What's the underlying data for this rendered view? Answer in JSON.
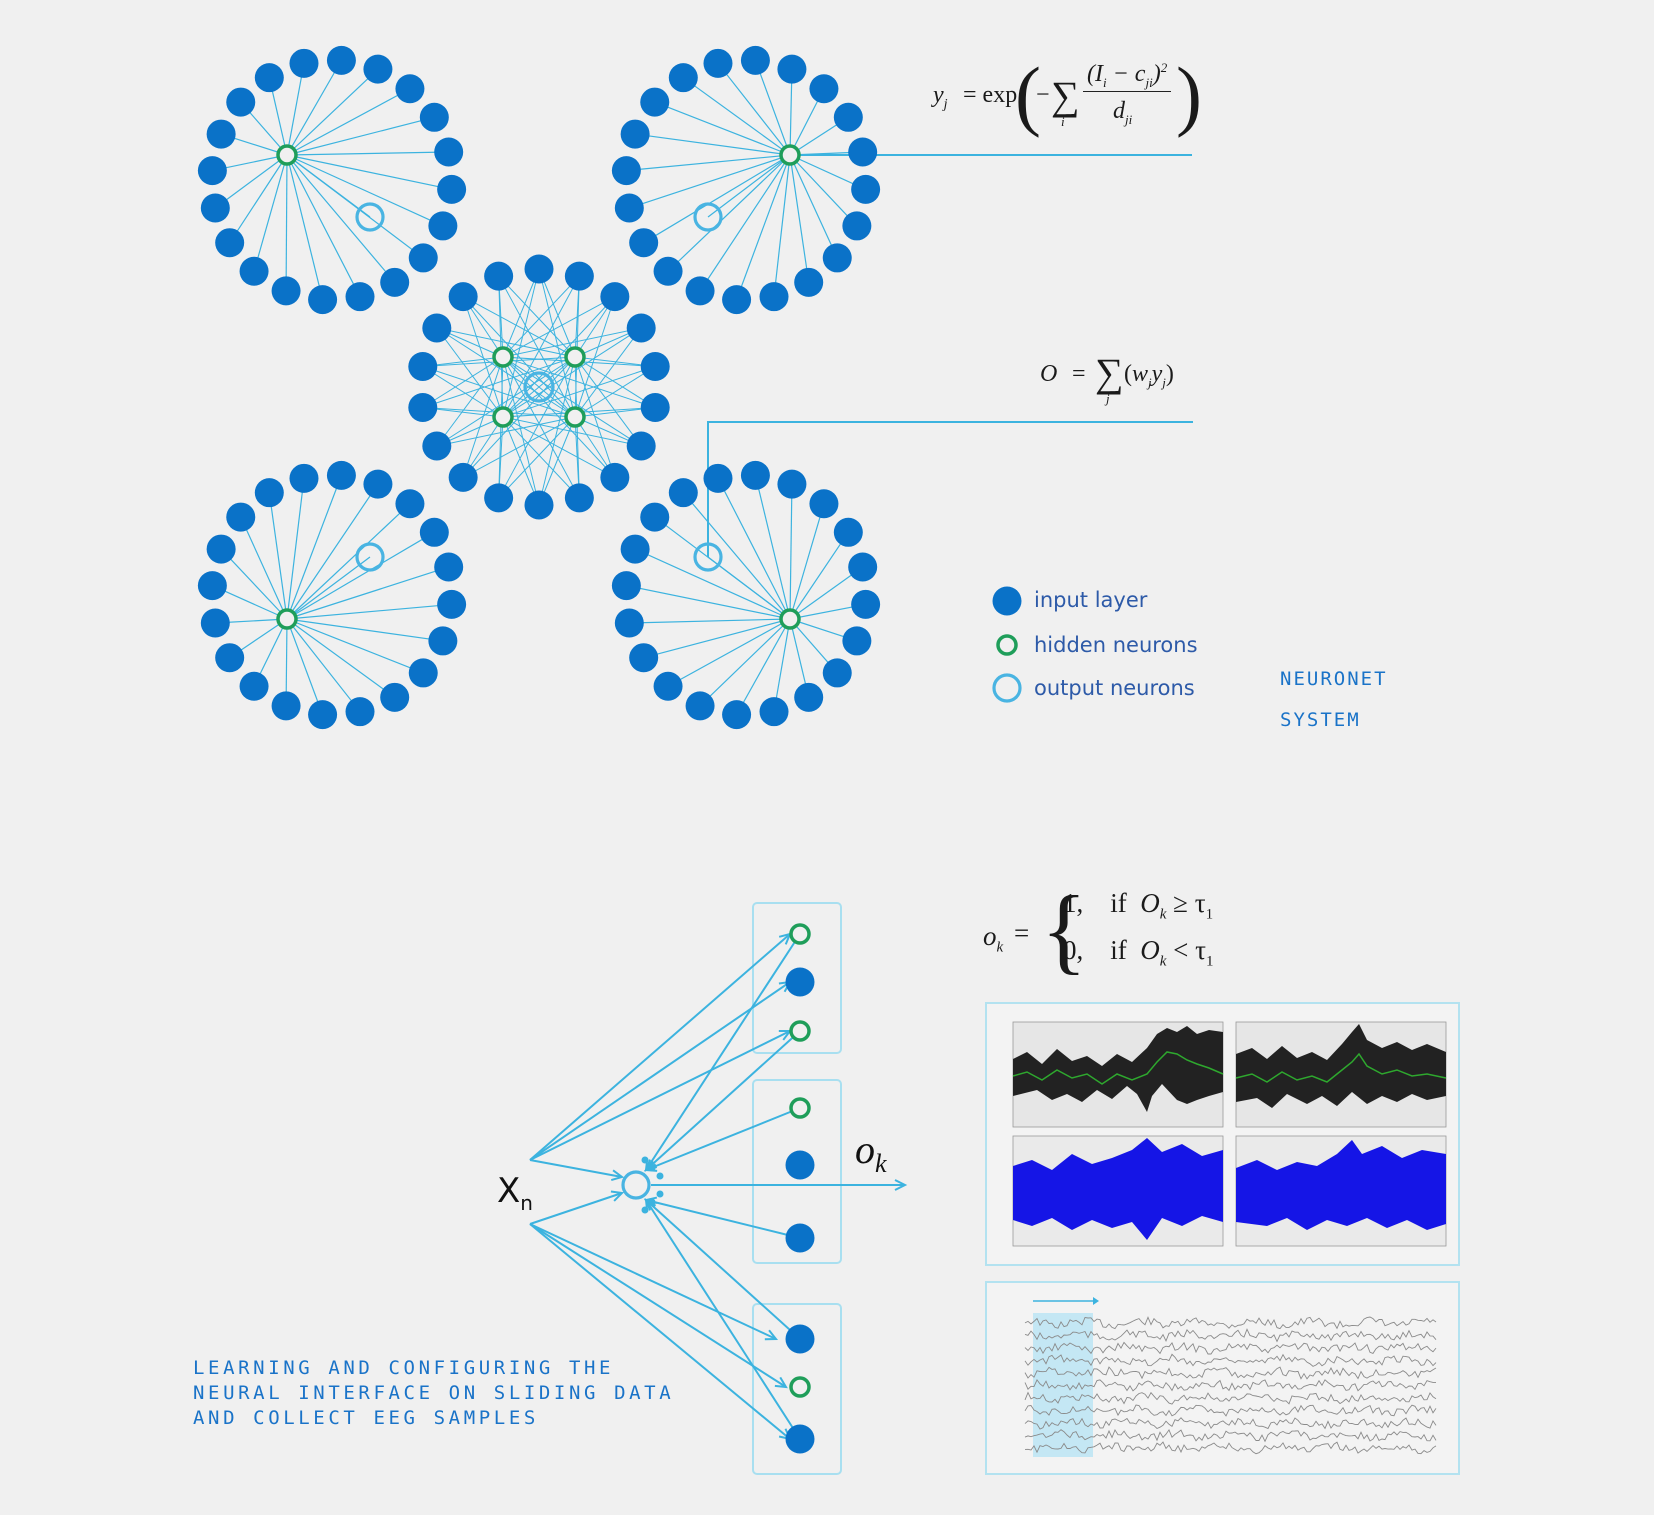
{
  "colors": {
    "input": "#0a72c8",
    "hidden": "#1f9e5a",
    "output": "#49b4e2",
    "edge": "#3cb3df",
    "brand": "#1a73c8"
  },
  "legend": {
    "items": [
      {
        "label": "input layer",
        "kind": "input"
      },
      {
        "label": "hidden neurons",
        "kind": "hidden"
      },
      {
        "label": "output neurons",
        "kind": "output"
      }
    ]
  },
  "brand": {
    "line1": "NEURONET",
    "line2": "SYSTEM"
  },
  "caption": {
    "line1": "LEARNING AND CONFIGURING THE",
    "line2": "NEURAL INTERFACE ON SLIDING DATA",
    "line3": "AND COLLECT EEG SAMPLES"
  },
  "formulas": {
    "rbf": "y_j = exp( − Σ_i (I_i − c_ji)² / d_ji )",
    "sum": "O = Σ_j (w_j y_j)",
    "threshold_lhs": "o_k =",
    "case1": "1,   if  O_k ≥ τ1",
    "case2": "0,   if  O_k < τ1"
  },
  "labels": {
    "input": "X",
    "input_sub": "n",
    "output": "o",
    "output_sub": "k"
  }
}
